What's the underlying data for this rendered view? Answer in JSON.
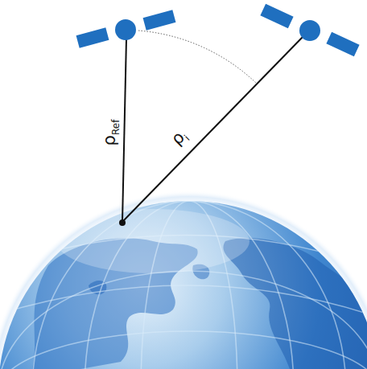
{
  "diagram": {
    "labels": [
      "ρ",
      "Ref",
      "ρ",
      "i"
    ]
  }
}
